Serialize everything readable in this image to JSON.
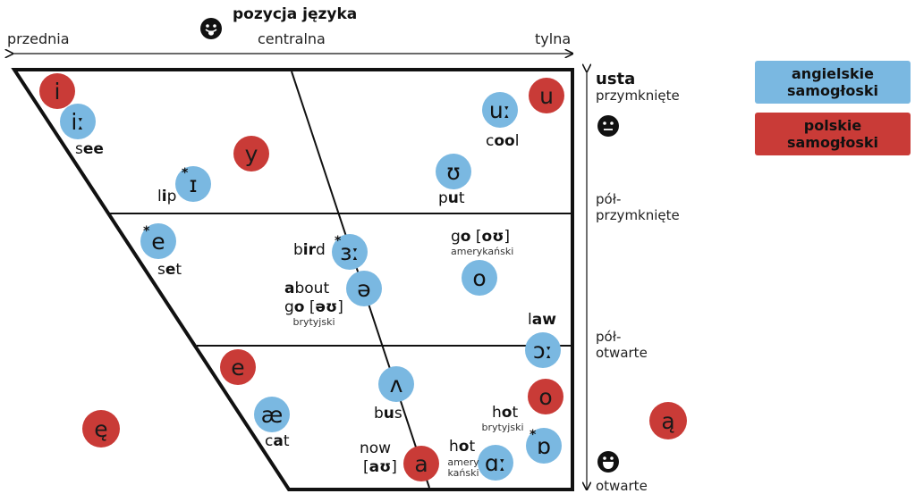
{
  "header": {
    "title": "pozycja języka"
  },
  "axis_top": {
    "front": "przednia",
    "central": "centralna",
    "back": "tylna"
  },
  "axis_side": {
    "title": "usta",
    "closed": "przymknięte",
    "mid_closed_1": "pół-",
    "mid_closed_2": "przymknięte",
    "mid_open_1": "pół-",
    "mid_open_2": "otwarte",
    "open": "otwarte"
  },
  "legend": {
    "english": "angielskie\nsamogłoski",
    "polish": "polskie\nsamogłoski",
    "english_color": "#7ab8e1",
    "polish_color": "#c93b37"
  },
  "vowels": {
    "i_pl": "i",
    "ii_en": "iː",
    "y_pl": "y",
    "u_pl": "u",
    "uu_en": "uː",
    "lip_en": "ɪ",
    "put_en": "ʊ",
    "e_en": "e",
    "bird_en": "ɜː",
    "schwa_en": "ə",
    "o_pl_mid": "o",
    "law_en": "ɔː",
    "e_pl": "e",
    "ae_en": "æ",
    "wedge_en": "ʌ",
    "o_pl": "o",
    "a_pl": "a",
    "aa_en": "ɑː",
    "hot_brit_en": "ɒ",
    "e_nasal_pl": "ę",
    "a_nasal_pl": "ą",
    "star": "*"
  },
  "words": {
    "see_a": "s",
    "see_b": "ee",
    "cool_a": "c",
    "cool_b": "oo",
    "cool_c": "l",
    "lip_a": "l",
    "lip_b": "i",
    "lip_c": "p",
    "put_a": "p",
    "put_b": "u",
    "put_c": "t",
    "set_a": "s",
    "set_b": "e",
    "set_c": "t",
    "bird_a": "b",
    "bird_b": "ir",
    "bird_c": "d",
    "go_am_a": "g",
    "go_am_b": "o",
    "go_am_c": " [",
    "go_am_d": "oʊ",
    "go_am_e": "]",
    "go_am_note": "amerykański",
    "about_a": "a",
    "about_b": "bout",
    "go_br_a": "g",
    "go_br_b": "o",
    "go_br_c": " [",
    "go_br_d": "əʊ",
    "go_br_e": "]",
    "go_br_note": "brytyjski",
    "law_a": "l",
    "law_b": "aw",
    "bus_a": "b",
    "bus_b": "u",
    "bus_c": "s",
    "cat_a": "c",
    "cat_b": "a",
    "cat_c": "t",
    "hot_br_a": "h",
    "hot_br_b": "o",
    "hot_br_c": "t",
    "hot_br_note": "brytyjski",
    "now_a": "now",
    "now_b": "[",
    "now_c": "aʊ",
    "now_d": "]",
    "hot_am_a": "h",
    "hot_am_b": "o",
    "hot_am_c": "t",
    "hot_am_note1": "amery",
    "hot_am_note2": "kański"
  }
}
